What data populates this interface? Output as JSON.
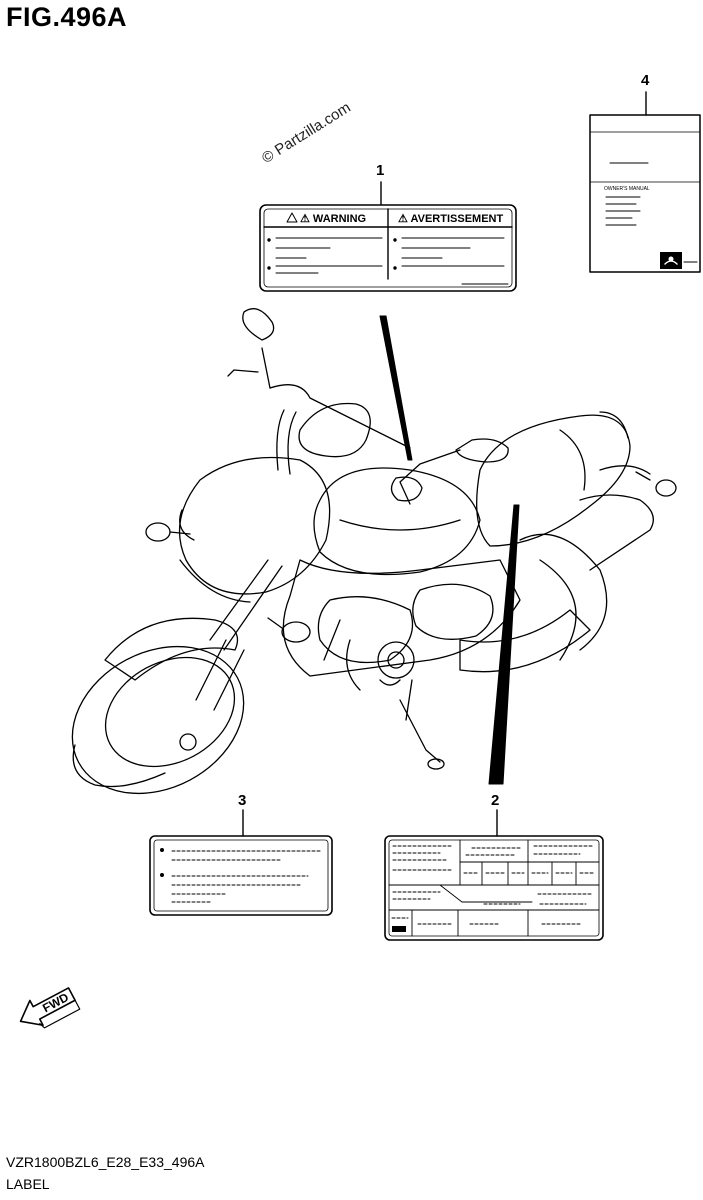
{
  "figure": {
    "title": "FIG.496A",
    "watermark": "© Partzilla.com",
    "footer_code": "VZR1800BZL6_E28_E33_496A",
    "footer_label": "LABEL"
  },
  "callouts": [
    {
      "number": "1",
      "part": "warning-label"
    },
    {
      "number": "2",
      "part": "info-label"
    },
    {
      "number": "3",
      "part": "caution-label"
    },
    {
      "number": "4",
      "part": "owners-manual"
    }
  ],
  "labels": {
    "warning_left": "⚠ WARNING",
    "warning_right": "⚠ AVERTISSEMENT",
    "manual_heading": "OWNER'S MANUAL"
  },
  "direction": {
    "text": "FWD"
  },
  "icons": [
    "warning-triangle-icon",
    "fwd-arrow-icon",
    "book-icon"
  ]
}
